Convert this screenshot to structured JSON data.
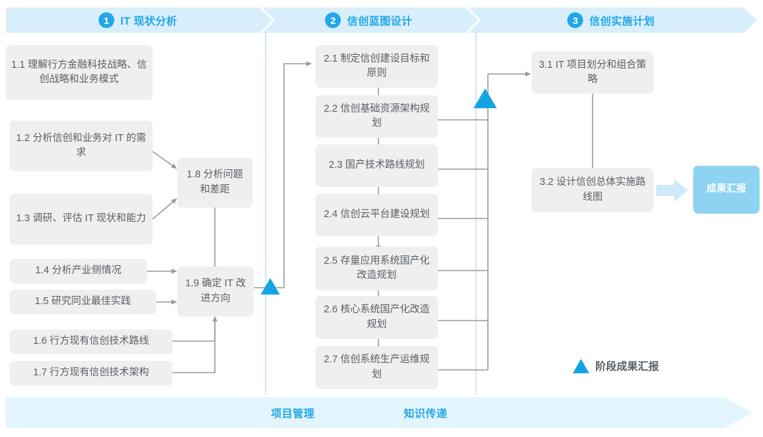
{
  "header": {
    "phases": [
      {
        "num": "1",
        "label": "IT 现状分析"
      },
      {
        "num": "2",
        "label": "信创蓝图设计"
      },
      {
        "num": "3",
        "label": "信创实施计划"
      }
    ]
  },
  "colors": {
    "accent": "#22a7e8",
    "milestone": "#14a4e4",
    "phase_band": "#d8eefb",
    "foot_band": "#e3f5fc",
    "box_fill": "#efeff0",
    "box_text": "#5a5f63",
    "result_fill": "#8ed3f2",
    "connector": "#9a9a9a",
    "divider": "#45b4e8"
  },
  "phase1": {
    "boxes": [
      {
        "id": "1.1",
        "text": "1.1 理解行方金融科技战略、信创战略和业务模式"
      },
      {
        "id": "1.2",
        "text": "1.2 分析信创和业务对 IT 的需求"
      },
      {
        "id": "1.3",
        "text": "1.3 调研、评估 IT 现状和能力"
      },
      {
        "id": "1.4",
        "text": "1.4 分析产业侧情况"
      },
      {
        "id": "1.5",
        "text": "1.5 研究同业最佳实践"
      },
      {
        "id": "1.6",
        "text": "1.6 行方现有信创技术路线"
      },
      {
        "id": "1.7",
        "text": "1.7 行方现有信创技术架构"
      },
      {
        "id": "1.8",
        "text": "1.8 分析问题和差距"
      },
      {
        "id": "1.9",
        "text": "1.9 确定 IT 改进方向"
      }
    ]
  },
  "phase2": {
    "boxes": [
      {
        "id": "2.1",
        "text": "2.1 制定信创建设目标和原则"
      },
      {
        "id": "2.2",
        "text": "2.2 信创基础资源架构规划"
      },
      {
        "id": "2.3",
        "text": "2.3 国产技术路线规划"
      },
      {
        "id": "2.4",
        "text": "2.4 信创云平台建设规划"
      },
      {
        "id": "2.5",
        "text": "2.5 存量应用系统国产化改造规划"
      },
      {
        "id": "2.6",
        "text": "2.6 核心系统国产化改造规划"
      },
      {
        "id": "2.7",
        "text": "2.7 信创系统生产运维规划"
      }
    ]
  },
  "phase3": {
    "boxes": [
      {
        "id": "3.1",
        "text": "3.1 IT 项目划分和组合策略"
      },
      {
        "id": "3.2",
        "text": "3.2 设计信创总体实施路线图"
      }
    ],
    "result": {
      "text": "成果汇报"
    }
  },
  "legend": {
    "icon": "triangle-milestone-icon",
    "text": "阶段成果汇报"
  },
  "footer": {
    "labels": [
      "项目管理",
      "知识传递"
    ]
  }
}
